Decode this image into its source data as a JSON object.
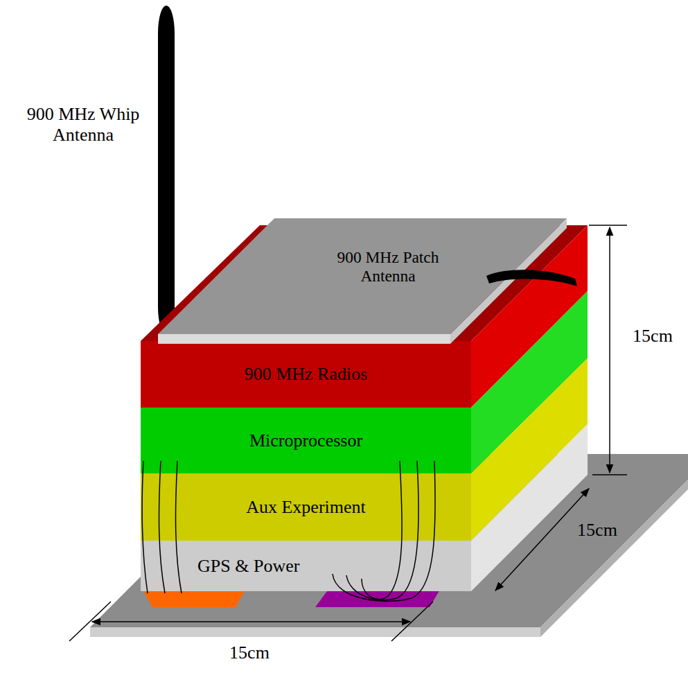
{
  "diagram": {
    "nodes": [
      {
        "text": [
          "900 MHz Patch Antenna"
        ]
      },
      {
        "text": [
          "900 MHz Radios"
        ]
      },
      {
        "text": [
          "Microprocessor"
        ]
      },
      {
        "text": [
          "Aux Experiment"
        ]
      },
      {
        "text": [
          "GPS & Power"
        ]
      }
    ],
    "labels": [
      "900 MHz Whip Antenna",
      "15cm",
      "15cm",
      "15cm"
    ]
  }
}
